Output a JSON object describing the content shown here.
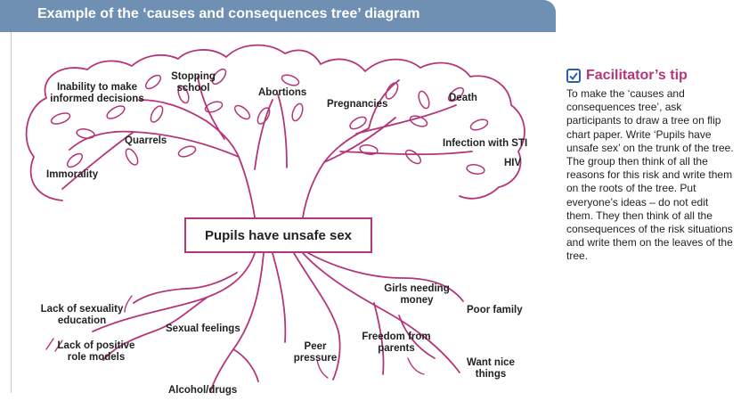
{
  "header": {
    "title": "Example of the ‘causes and consequences tree’ diagram"
  },
  "colors": {
    "header_bg": "#6f8fb3",
    "tree_stroke": "#b5357a",
    "tip_title": "#b5357a",
    "check_icon": "#2d5fa6"
  },
  "diagram": {
    "trunk_label": "Pupils have unsafe sex",
    "consequences": [
      "Inability to make informed decisions",
      "Stopping school",
      "Abortions",
      "Pregnancies",
      "Death",
      "Quarrels",
      "Infection with STI",
      "HIV",
      "Immorality"
    ],
    "causes": [
      "Lack of sexuality education",
      "Lack of positive role models",
      "Sexual feelings",
      "Alcohol/drugs",
      "Peer pressure",
      "Girls needing money",
      "Freedom from parents",
      "Poor family",
      "Want nice things"
    ]
  },
  "tip": {
    "icon": "checkbox-icon",
    "title": "Facilitator’s tip",
    "body": "To make the ‘causes and consequences tree’, ask participants to draw a tree on flip chart paper. Write ‘Pupils have unsafe sex’ on the trunk of the tree. The group then think of all the reasons for this risk and write them on the roots of the tree. Put everyone’s ideas – do not edit them. They then think of all the consequences of the risk situations and write them on the leaves of the tree."
  }
}
